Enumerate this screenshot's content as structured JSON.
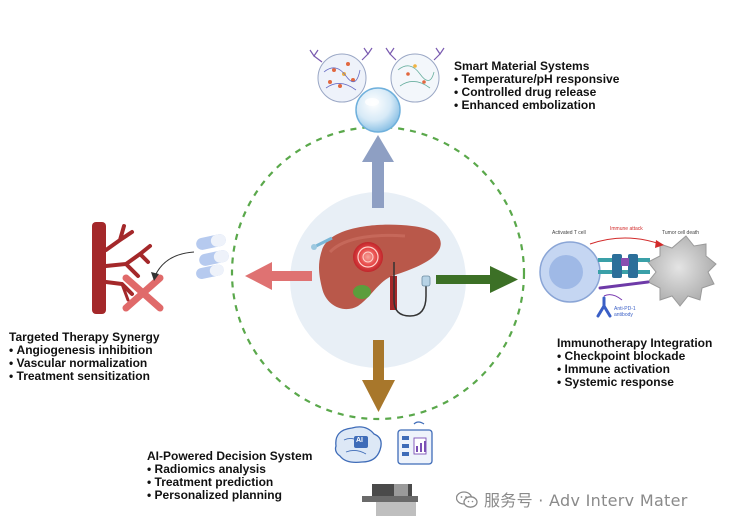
{
  "top": {
    "title": "Smart Material Systems",
    "bullets": [
      "Temperature/pH responsive",
      "Controlled drug release",
      "Enhanced embolization"
    ]
  },
  "left": {
    "title": "Targeted Therapy Synergy",
    "bullets": [
      "Angiogenesis inhibition",
      "Vascular normalization",
      "Treatment sensitization"
    ]
  },
  "right": {
    "title": "Immunotherapy Integration",
    "bullets": [
      "Checkpoint blockade",
      "Immune activation",
      "Systemic response"
    ],
    "cell_labels": {
      "t_cell": "Activated T cell",
      "attack": "Immune attack",
      "tumor": "Tumor cell death",
      "antibody": "Anti-PD-1 antibody"
    }
  },
  "bottom": {
    "title": "AI-Powered Decision System",
    "bullets": [
      "Radiomics analysis",
      "Treatment prediction",
      "Personalized planning"
    ],
    "ai_chip": "AI"
  },
  "watermark": "服务号 · Adv Interv Mater",
  "colors": {
    "arrow_up": "#8e9fc3",
    "arrow_left": "#df7272",
    "arrow_right": "#3c7026",
    "arrow_down": "#a8772b",
    "dashed_circle": "#5aa84b",
    "center_disc": "#e8eff6",
    "liver": "#b9584a",
    "vessel": "#a4282a",
    "t_cell": "#b6caef",
    "tumor_cell": "#c9c9c9"
  }
}
